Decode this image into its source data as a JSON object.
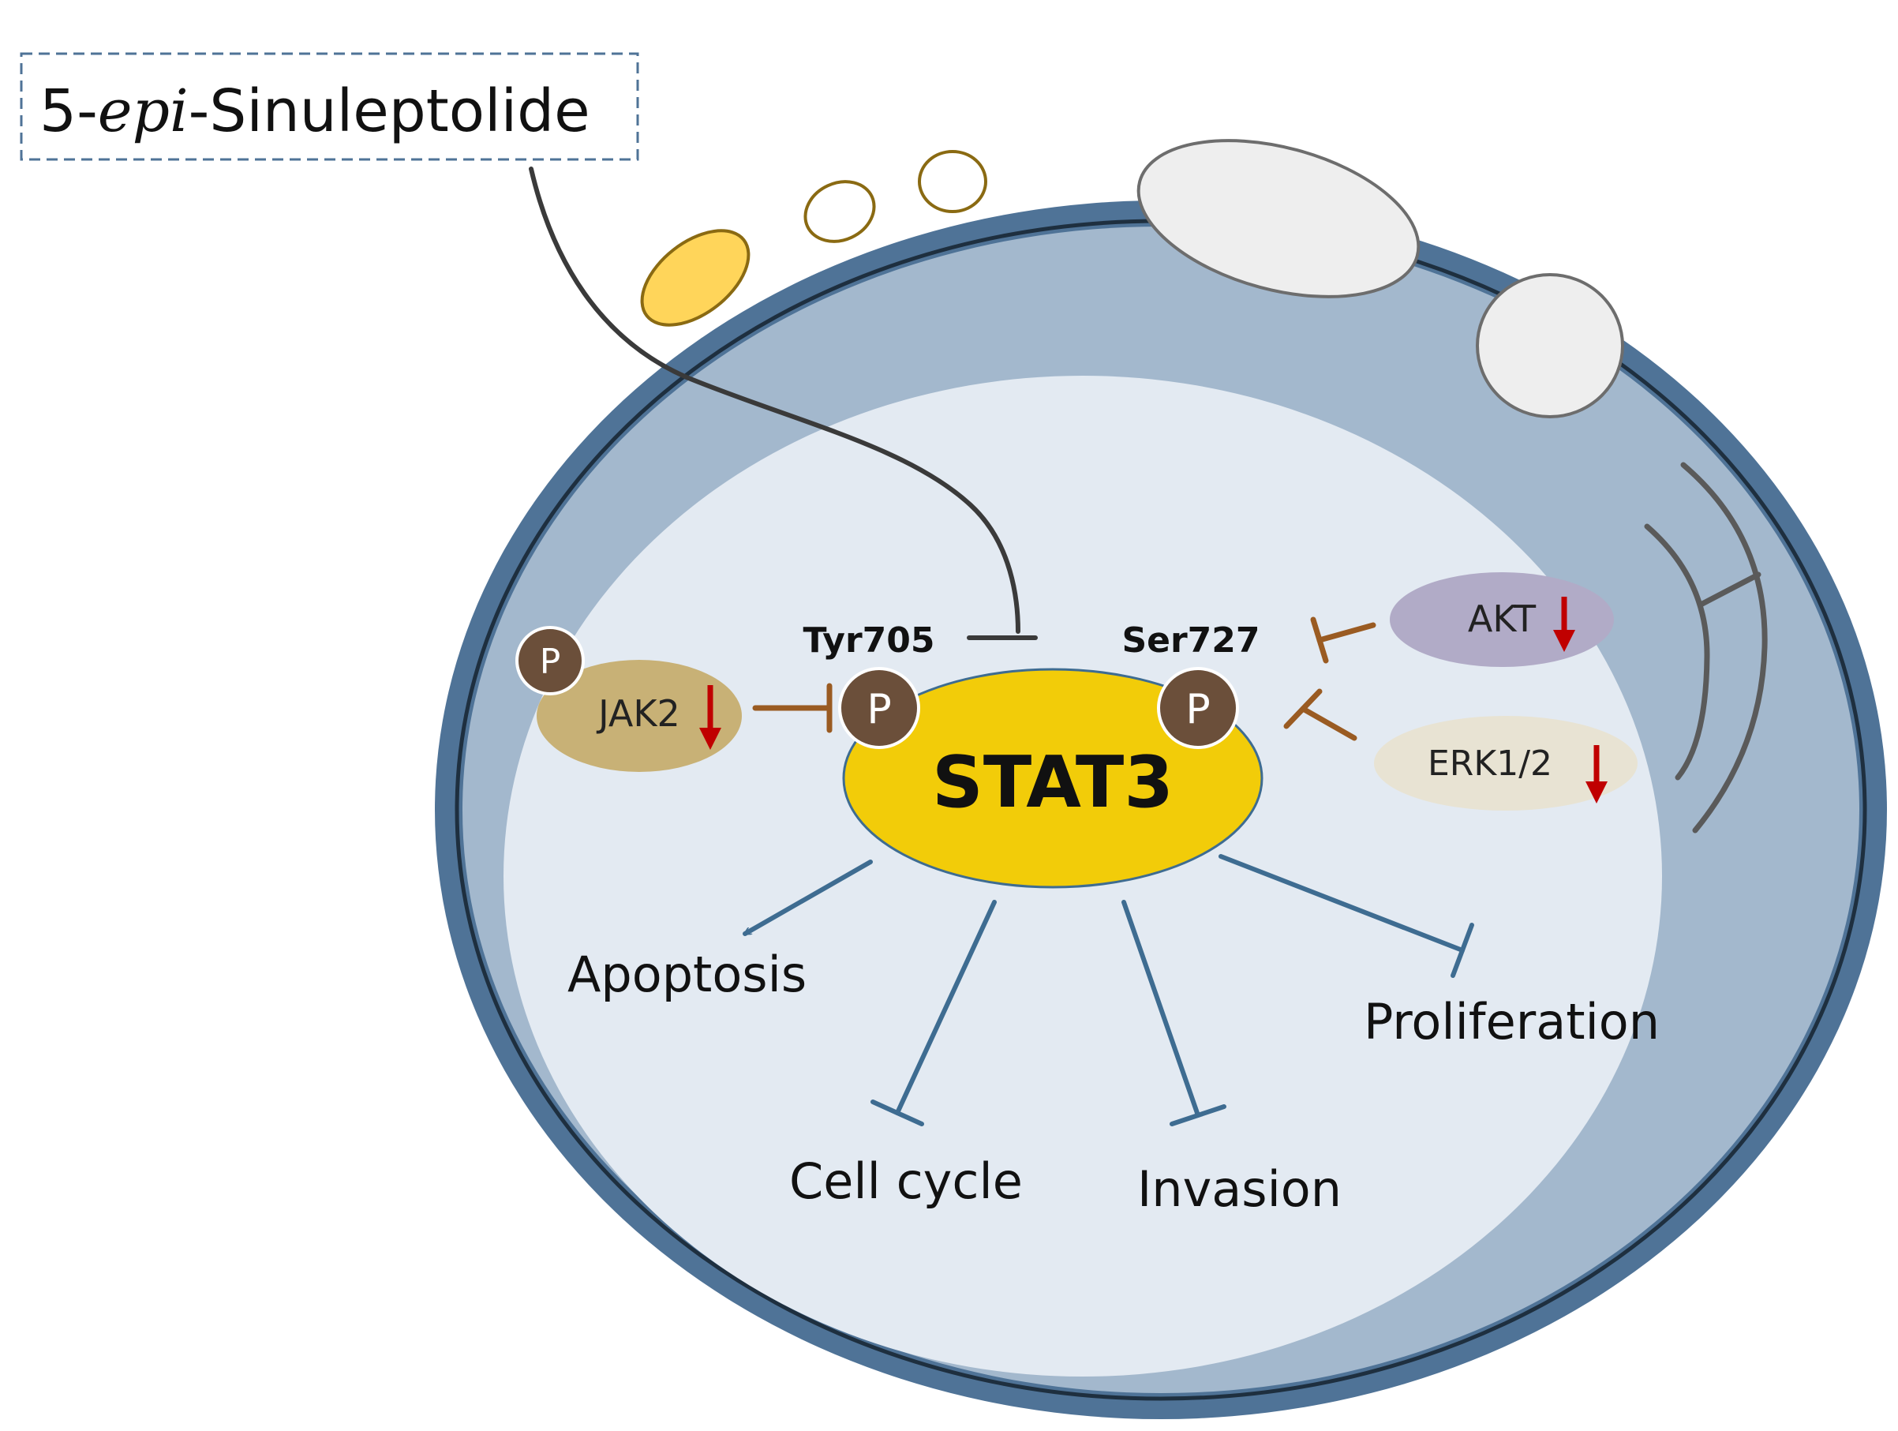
{
  "drug": {
    "prefix": "5-",
    "italic": "epi",
    "suffix": "-Sinuleptolide"
  },
  "core": {
    "label": "STAT3"
  },
  "sites": {
    "tyr": "Tyr705",
    "ser": "Ser727"
  },
  "phospho_label": "P",
  "kinases": {
    "jak2": "JAK2",
    "akt": "AKT",
    "erk": "ERK1/2"
  },
  "outcomes": {
    "apoptosis": "Apoptosis",
    "cell_cycle": "Cell cycle",
    "invasion": "Invasion",
    "proliferation": "Proliferation"
  },
  "colors": {
    "membrane": "#4f7397",
    "cytoplasm": "#a3b8cd",
    "nucleus": "#e3eaf2",
    "stat3": "#f2cc09",
    "phospho": "#6b4f3a",
    "jak2": "#c8b176",
    "akt": "#b1abc7",
    "erk": "#e8e3d3",
    "inhibit_brown": "#9a5b22",
    "outcome_blue": "#3e6c91",
    "down_arrow": "#c00000"
  }
}
